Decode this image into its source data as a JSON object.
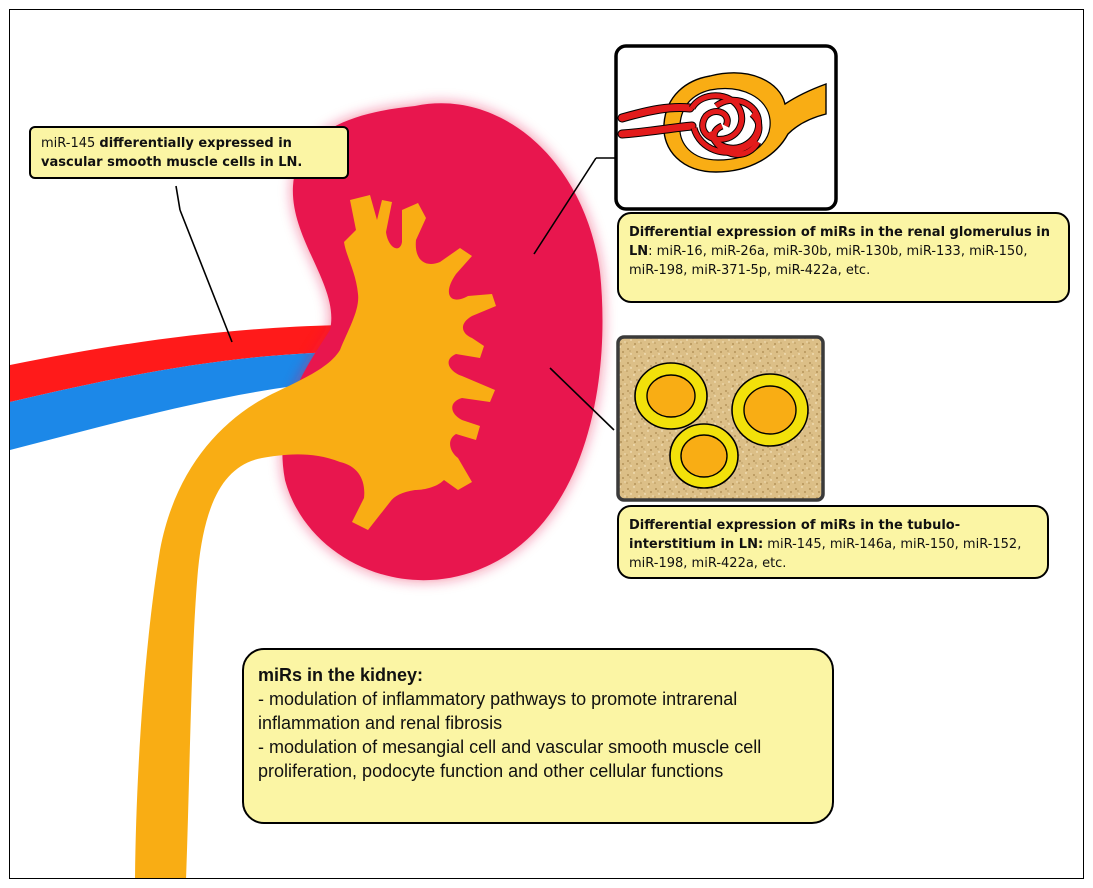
{
  "callouts": {
    "vascular": {
      "lead": "miR-145 ",
      "bold": "differentially expressed in vascular smooth muscle cells in LN."
    },
    "glomerulus": {
      "bold": "Differential expression of miRs in the renal glomerulus in LN",
      "rest": ": miR-16, miR-26a, miR-30b, miR-130b, miR-133, miR-150, miR-198, miR-371-5p, miR-422a, etc."
    },
    "tubulointerstitium": {
      "bold": "Differential expression of miRs in the tubulo-interstitium in LN:",
      "rest": " miR-145, miR-146a, miR-150, miR-152, miR-198, miR-422a, etc."
    },
    "kidney": {
      "title": "miRs in the kidney:",
      "lines": [
        "- modulation of inflammatory pathways to promote intrarenal inflammation and renal fibrosis",
        "- modulation of mesangial cell and vascular smooth muscle cell proliferation, podocyte function and other cellular functions"
      ]
    }
  },
  "colors": {
    "kidney_cortex": "#e8164e",
    "renal_pelvis": "#f9ad14",
    "artery": "#ff1a1a",
    "vein": "#1c88e8",
    "callout_fill": "#fbf5a4",
    "tubule_ring": "#f2e10a",
    "interstitium": "#dcbf87"
  }
}
